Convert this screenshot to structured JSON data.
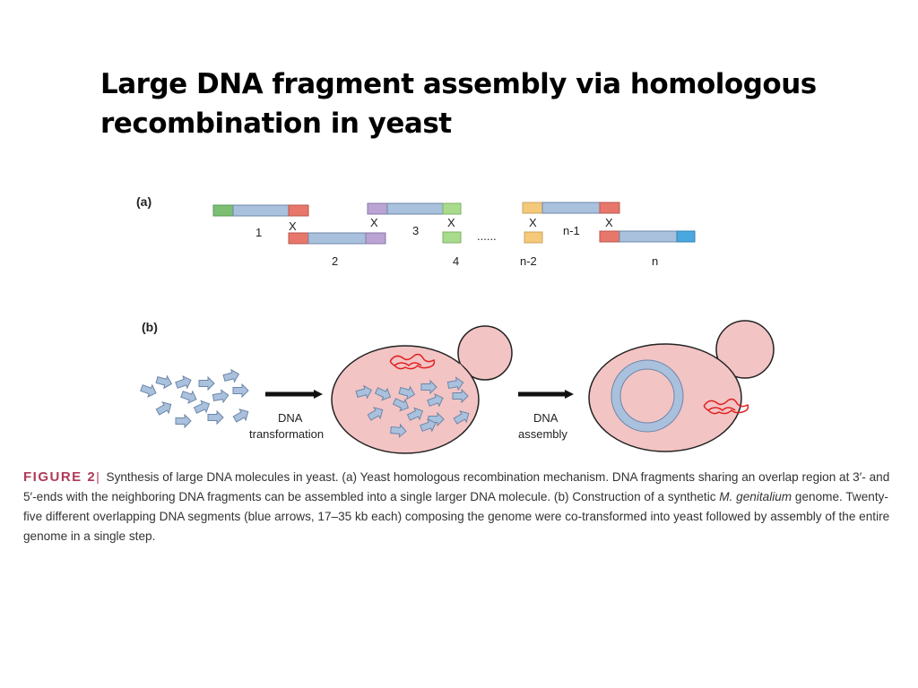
{
  "slide": {
    "title_line1": "Large DNA fragment assembly via homologous",
    "title_line2": "recombination in yeast"
  },
  "figure": {
    "panel_a_label": "(a)",
    "panel_b_label": "(b)",
    "fragments": {
      "f1": "1",
      "f2": "2",
      "f3": "3",
      "f4": "4",
      "fn2": "n-2",
      "fn1": "n-1",
      "fn": "n"
    },
    "cross_mark": "X",
    "ellipsis": "......",
    "arrow1_label_line1": "DNA",
    "arrow1_label_line2": "transformation",
    "arrow2_label_line1": "DNA",
    "arrow2_label_line2": "assembly",
    "colors": {
      "segment_blue": "#a9c1dd",
      "segment_outline": "#6d86a8",
      "red_end": "#e8776b",
      "green_end": "#7cbf73",
      "light_green_end": "#a8dc8c",
      "purple_end": "#b9a4d4",
      "yellow_end": "#f5c97a",
      "cyan_end": "#4aa8e0",
      "yeast_cell": "#f3c4c4",
      "yeast_outline": "#222222",
      "chromosome_red": "#e02020"
    }
  },
  "caption": {
    "label": "FIGURE 2",
    "separator": "|",
    "text_part1": "Synthesis of large DNA molecules in yeast. (a) Yeast homologous recombination mechanism. DNA fragments sharing an overlap region at 3′- and 5′-ends with the neighboring DNA fragments can be assembled into a single larger DNA molecule. (b) Construction of a synthetic",
    "italic_species": "M. genitalium",
    "text_part2": "genome. Twenty-five different overlapping DNA segments (blue arrows, 17–35 kb each) composing the genome were co-transformed into yeast followed by assembly of the entire genome in a single step."
  }
}
